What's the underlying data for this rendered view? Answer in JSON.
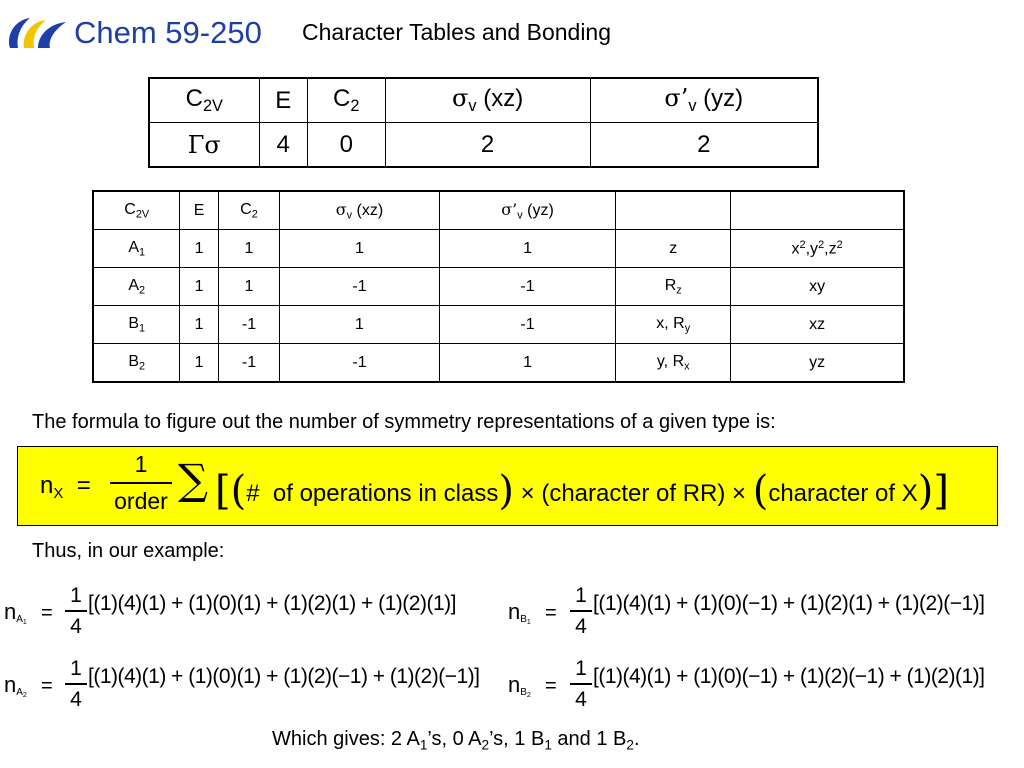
{
  "header": {
    "course_title": "Chem 59-250",
    "slide_title": "Character Tables and Bonding",
    "logo_icon": "swoosh-logo"
  },
  "gamma_table": {
    "point_group": "C",
    "point_group_sub": "2V",
    "headers": [
      {
        "main": "E",
        "sub": ""
      },
      {
        "main": "C",
        "sub": "2"
      },
      {
        "greek": "σ",
        "sub": "v",
        "rest": " (xz)"
      },
      {
        "greek": "σ’",
        "sub": "v",
        "rest": " (yz)"
      }
    ],
    "row_label": "Γσ",
    "values": [
      "4",
      "0",
      "2",
      "2"
    ]
  },
  "char_table": {
    "header": [
      "C2V",
      "E",
      "C2",
      "σv (xz)",
      "σ’v (yz)",
      "",
      ""
    ],
    "rows": [
      {
        "irrep": "A",
        "irrep_sub": "1",
        "chars": [
          "1",
          "1",
          "1",
          "1"
        ],
        "linear": "z",
        "quadratic": "x2,y2,z2"
      },
      {
        "irrep": "A",
        "irrep_sub": "2",
        "chars": [
          "1",
          "1",
          "-1",
          "-1"
        ],
        "linear": "Rz",
        "quadratic": "xy"
      },
      {
        "irrep": "B",
        "irrep_sub": "1",
        "chars": [
          "1",
          "-1",
          "1",
          "-1"
        ],
        "linear": "x, Ry",
        "quadratic": "xz"
      },
      {
        "irrep": "B",
        "irrep_sub": "2",
        "chars": [
          "1",
          "-1",
          "-1",
          "1"
        ],
        "linear": "y, Rx",
        "quadratic": "yz"
      }
    ]
  },
  "formula": {
    "intro": "The formula to figure out the number of symmetry representations of a given type is:",
    "lhs": "nX =",
    "numerator": "1",
    "denominator": "order",
    "body": "∑[(# of operations in class) × (character of RR) × (character of X)]",
    "box_color": "#ffff00"
  },
  "example": {
    "label": "Thus, in our example:",
    "equations": [
      {
        "label": "nA1",
        "num": "1",
        "den": "4",
        "expr": "[(1)(4)(1) + (1)(0)(1) + (1)(2)(1) + (1)(2)(1)]"
      },
      {
        "label": "nB1",
        "num": "1",
        "den": "4",
        "expr": "[(1)(4)(1) + (1)(0)(−1) + (1)(2)(1) + (1)(2)(−1)]"
      },
      {
        "label": "nA2",
        "num": "1",
        "den": "4",
        "expr": "[(1)(4)(1) + (1)(0)(1) + (1)(2)(−1) + (1)(2)(−1)]"
      },
      {
        "label": "nB2",
        "num": "1",
        "den": "4",
        "expr": "[(1)(4)(1) + (1)(0)(−1) + (1)(2)(−1) + (1)(2)(1)]"
      }
    ]
  },
  "result": "Which gives: 2 A1’s, 0 A2’s, 1 B1 and 1 B2.",
  "colors": {
    "title_blue": "#1f3fa8",
    "logo_blue": "#1f3fa8",
    "logo_yellow": "#f2c500"
  }
}
